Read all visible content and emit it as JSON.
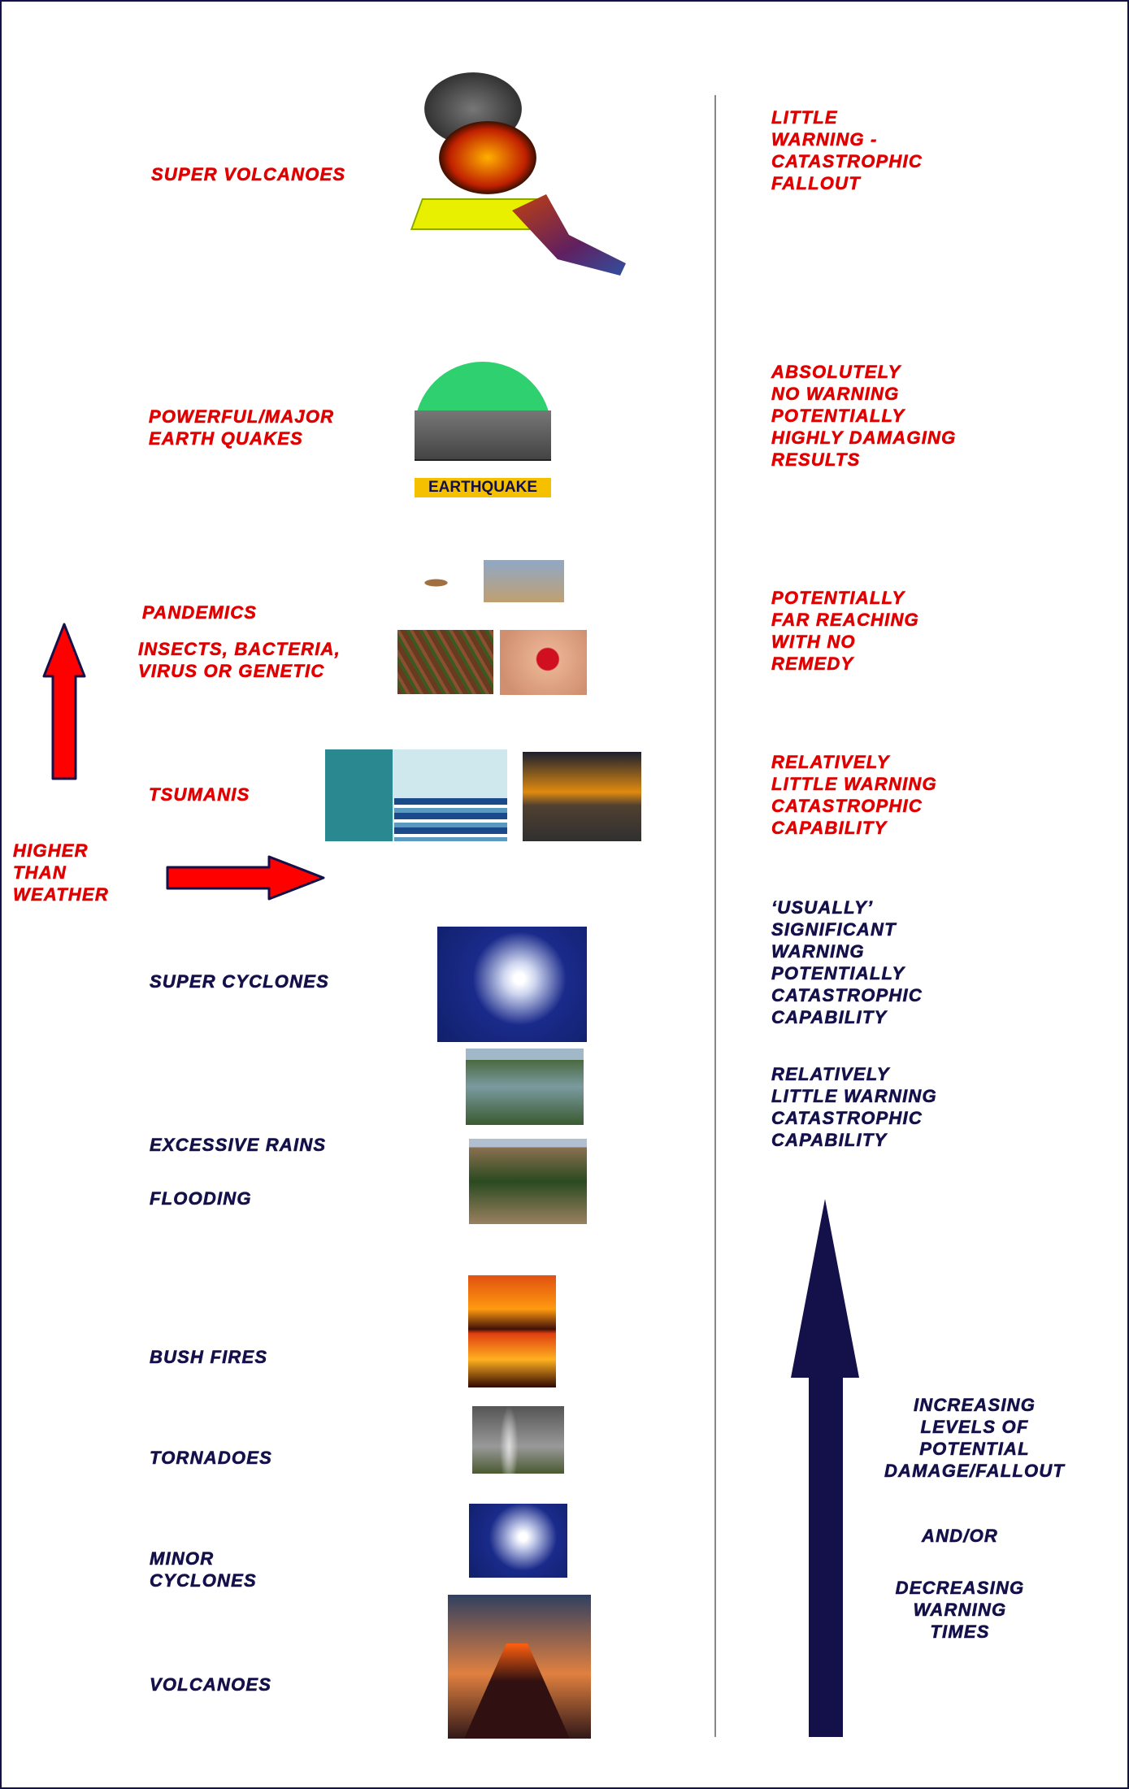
{
  "hazards": {
    "super_volcanoes": "SUPER VOLCANOES",
    "earthquakes": "POWERFUL/MAJOR\nEARTH QUAKES",
    "earthquake_badge": "EARTHQUAKE",
    "pandemics": "PANDEMICS",
    "insects": "INSECTS, BACTERIA,\nVIRUS OR GENETIC",
    "tsunamis": "TSUMANIS",
    "higher_than_weather": "HIGHER\nTHAN\nWEATHER",
    "super_cyclones": "SUPER CYCLONES",
    "excessive_rains": "EXCESSIVE RAINS",
    "flooding": "FLOODING",
    "bush_fires": "BUSH FIRES",
    "tornadoes": "TORNADOES",
    "minor_cyclones": "MINOR\nCYCLONES",
    "volcanoes": "VOLCANOES"
  },
  "descriptions": {
    "super_volcanoes": "LITTLE\nWARNING -\nCATASTROPHIC\nFALLOUT",
    "earthquakes": "ABSOLUTELY\nNO WARNING\nPOTENTIALLY\nHIGHLY DAMAGING\nRESULTS",
    "pandemics": "POTENTIALLY\nFAR REACHING\nWITH NO\nREMEDY",
    "tsunamis": "RELATIVELY\nLITTLE WARNING\nCATASTROPHIC\nCAPABILITY",
    "super_cyclones": "‘USUALLY’\nSIGNIFICANT\nWARNING\nPOTENTIALLY\nCATASTROPHIC\nCAPABILITY",
    "rains": "RELATIVELY\nLITTLE WARNING\nCATASTROPHIC\nCAPABILITY"
  },
  "scale": {
    "increasing": "INCREASING\nLEVELS OF\nPOTENTIAL\nDAMAGE/FALLOUT",
    "and_or": "AND/OR",
    "decreasing": "DECREASING\nWARNING\nTIMES"
  },
  "colors": {
    "red": "#e00000",
    "navy": "#14104a"
  }
}
